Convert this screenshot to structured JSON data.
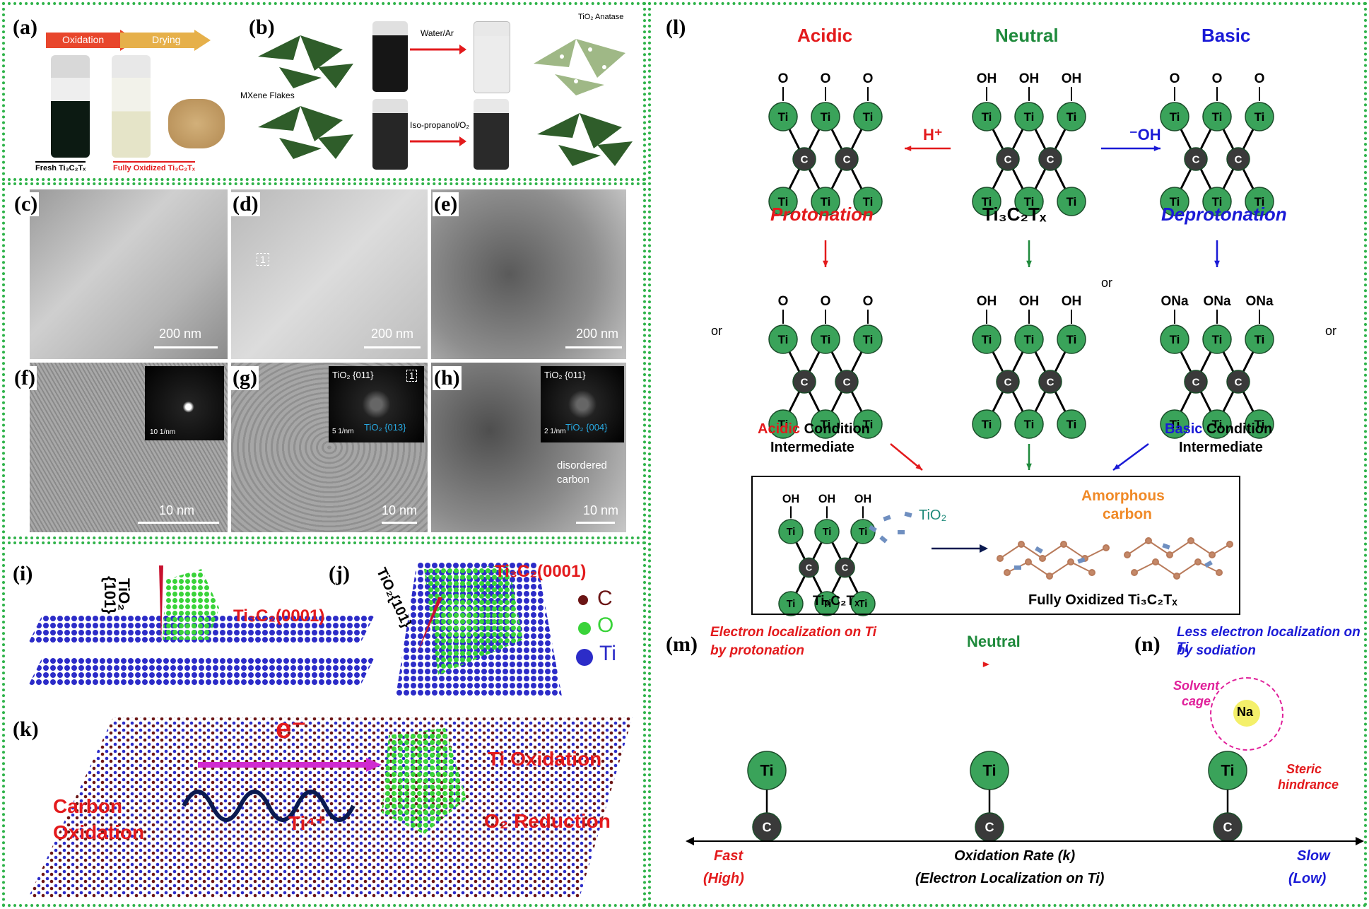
{
  "labels": {
    "a": "(a)",
    "b": "(b)",
    "c": "(c)",
    "d": "(d)",
    "e": "(e)",
    "f": "(f)",
    "g": "(g)",
    "h": "(h)",
    "i": "(i)",
    "j": "(j)",
    "k": "(k)",
    "l": "(l)",
    "m": "(m)",
    "n": "(n)"
  },
  "panel_a": {
    "oxidation": "Oxidation",
    "drying": "Drying",
    "fresh": "Fresh Ti₃C₂Tₓ",
    "fully": "Fully Oxidized Ti₃C₂Tₓ"
  },
  "panel_b": {
    "mxene_flakes": "MXene Flakes",
    "water_ar": "Water/Ar",
    "iso": "Iso-propanol/O₂",
    "anatase": "TiO₂ Anatase"
  },
  "tem": {
    "scale_200": "200 nm",
    "scale_10": "10 nm",
    "box1": "1",
    "f_inset_scale": "10 1/nm",
    "g_top": "TiO₂ {011}",
    "g_bottom": "TiO₂ {013}",
    "g_inset_scale": "5 1/nm",
    "h_top": "TiO₂ {011}",
    "h_bottom": "TiO₂ {004}",
    "h_inset_scale": "2 1/nm",
    "disordered": "disordered",
    "carbon": "carbon"
  },
  "panel_i": {
    "tio2": "TiO₂",
    "facet": "{101}",
    "ti3c2": "Ti₃C₂(0001)"
  },
  "panel_j": {
    "tio2": "TiO₂{101}",
    "ti3c2": "Ti₃C₂(0001)"
  },
  "legend": {
    "c": "C",
    "o": "O",
    "ti": "Ti"
  },
  "panel_k": {
    "electron": "e⁻",
    "ti_oxidation": "Ti Oxidation",
    "carbon": "Carbon",
    "oxidation": "Oxidation",
    "ti4": "Ti⁴⁺",
    "o2_reduction": "O₂ Reduction"
  },
  "panel_l": {
    "acidic": "Acidic",
    "neutral": "Neutral",
    "basic": "Basic",
    "h_plus": "H⁺",
    "oh_minus": "⁻OH",
    "protonation": "Protonation",
    "ti3c2tx": "Ti₃C₂Tₓ",
    "deprotonation": "Deprotonation",
    "or": "or",
    "acidic_word": "Acidic",
    "condition": "Condition",
    "intermediate": "Intermediate",
    "basic_word": "Basic",
    "tio2": "TiO₂",
    "amorphous": "Amorphous",
    "carbon": "carbon",
    "box_ti3c2tx": "Ti₃C₂Tₓ",
    "fully_oxidized": "Fully Oxidized Ti₃C₂Tₓ",
    "ti": "Ti",
    "c": "C",
    "oh": "OH",
    "ona": "ONa"
  },
  "panel_m": {
    "line1": "Electron localization on Ti",
    "line2": "by protonation",
    "neutral": "Neutral"
  },
  "panel_n": {
    "line1": "Less electron localization on Ti",
    "line2": "by sodiation",
    "solvent": "Solvent",
    "cage": "cage",
    "steric": "Steric",
    "hindrance": "hindrance",
    "na": "Na"
  },
  "rate_axis": {
    "fast": "Fast",
    "high": "(High)",
    "title": "Oxidation Rate (k)",
    "subtitle": "(Electron Localization on Ti)",
    "slow": "Slow",
    "low": "(Low)"
  },
  "colors": {
    "ti_sphere": "#3aa35a",
    "c_sphere": "#3a3a3a",
    "red": "#e31a1c",
    "green": "#1f8a3c",
    "blue": "#1a1ad6",
    "frame": "#2fb34a"
  }
}
